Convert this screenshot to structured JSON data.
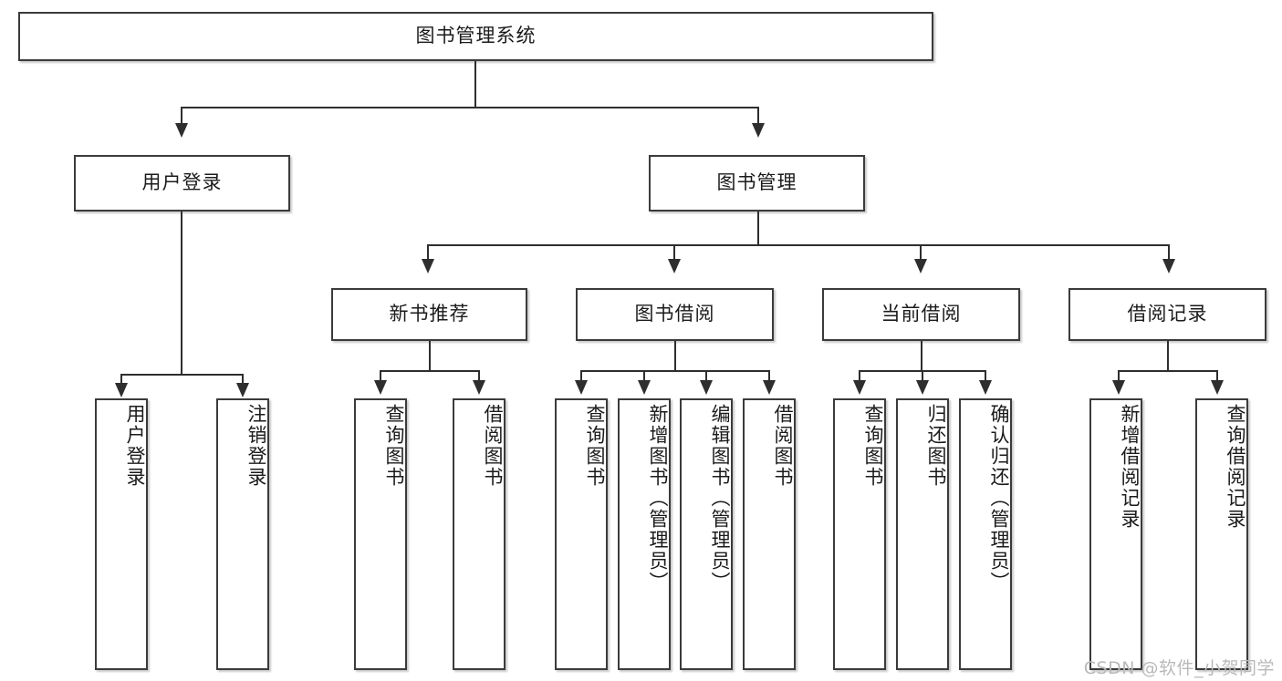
{
  "diagram": {
    "type": "tree-hierarchy-chart",
    "title": "图书管理系统",
    "root": {
      "label": "图书管理系统"
    },
    "level2": [
      {
        "label": "用户登录"
      },
      {
        "label": "图书管理"
      }
    ],
    "level3": [
      {
        "label": "新书推荐"
      },
      {
        "label": "图书借阅"
      },
      {
        "label": "当前借阅"
      },
      {
        "label": "借阅记录"
      }
    ],
    "leaves": {
      "user_login": [
        {
          "label": "用户登录"
        },
        {
          "label": "注销登录"
        }
      ],
      "new_book_recommend": [
        {
          "label": "查询图书"
        },
        {
          "label": "借阅图书"
        }
      ],
      "book_borrow": [
        {
          "label": "查询图书"
        },
        {
          "label": "新增图书（管理员）"
        },
        {
          "label": "编辑图书（管理员）"
        },
        {
          "label": "借阅图书"
        }
      ],
      "current_borrow": [
        {
          "label": "查询图书"
        },
        {
          "label": "归还图书"
        },
        {
          "label": "确认归还（管理员）"
        }
      ],
      "borrow_record": [
        {
          "label": "新增借阅记录"
        },
        {
          "label": "查询借阅记录"
        }
      ]
    }
  },
  "watermark": {
    "text": "CSDN @软件_小贺同学"
  },
  "colors": {
    "box_border": "#3b3b3b",
    "line": "#2e2e2e",
    "background": "#ffffff",
    "text": "#1b1b1b",
    "watermark": "#b9b9b9"
  }
}
